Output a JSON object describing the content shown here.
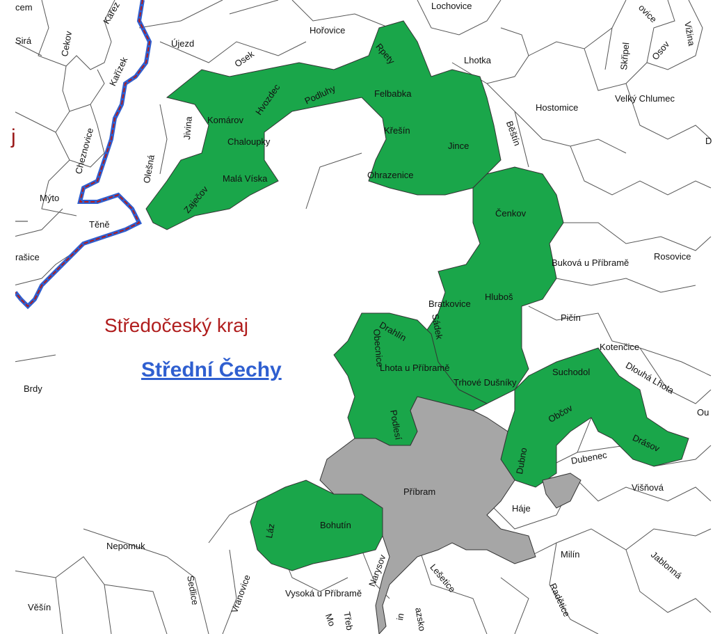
{
  "map": {
    "region_label": "Středočeský kraj",
    "area_label": "Střední Čechy",
    "colors": {
      "member": "#1aa64a",
      "city": "#a6a6a6",
      "border_red": "#b01d1d",
      "border_blue": "#2f5fd0",
      "outline": "#444444"
    },
    "members": [
      "Rpety",
      "Felbabka",
      "Jince",
      "Křešín",
      "Ohrazenice",
      "Čenkov",
      "Hluboš",
      "Bratkovice",
      "Sádek",
      "Drahlín",
      "Obecnice",
      "Lhota u Příbramě",
      "Trhové Dušníky",
      "Podlesí",
      "Suchodol",
      "Drásov",
      "Dubno",
      "Láz",
      "Bohutín",
      "Hvozdec",
      "Podluhy",
      "Komárov",
      "Chaloupky",
      "Malá Víska",
      "Zaječov"
    ],
    "labels": {
      "cem": "cem",
      "karez": "Kařez",
      "lochovice": "Lochovice",
      "ovice": "ovice",
      "vizina": "Vižina",
      "sira": "Sirá",
      "cekov": "Cekov",
      "ujezd": "Újezd",
      "horovice": "Hořovice",
      "osek": "Osek",
      "rpety": "Rpety",
      "lhotka": "Lhotka",
      "skripel": "Skřipel",
      "osov": "Osov",
      "karizek": "Kařízek",
      "hvozdec": "Hvozdec",
      "podluhy": "Podluhy",
      "felbabka": "Felbabka",
      "hostomice": "Hostomice",
      "velky_chlumec": "Velký Chlumec",
      "komarov": "Komárov",
      "jivina": "Jivina",
      "chaloupky": "Chaloupky",
      "kresin": "Křešín",
      "jince": "Jince",
      "bestin": "Běštín",
      "cheznovice": "Cheznovice",
      "olesna": "Olešná",
      "mala_viska": "Malá Víska",
      "ohrazenice": "Ohrazenice",
      "zajecov": "Zaječov",
      "myto": "Mýto",
      "tene": "Těně",
      "cenkov": "Čenkov",
      "rasice": "rašice",
      "bukova": "Buková u Příbramě",
      "rosovice": "Rosovice",
      "bratkovice": "Bratkovice",
      "hlubos": "Hluboš",
      "picin": "Pičín",
      "drahlin": "Drahlín",
      "sadek": "Sádek",
      "kotencice": "Kotenčice",
      "obecnice": "Obecnice",
      "lhota": "Lhota u Příbramě",
      "suchodol": "Suchodol",
      "dlouha_lhota": "Dlouhá Lhota",
      "brdy": "Brdy",
      "trhove_dusniky": "Trhové Dušníky",
      "obcov": "Občov",
      "ou": "Ou",
      "podlesi": "Podlesí",
      "drasov": "Drásov",
      "dubno": "Dubno",
      "dubenec": "Dubenec",
      "pribram": "Příbram",
      "visnova": "Višňová",
      "haje": "Háje",
      "laz": "Láz",
      "bohutin": "Bohutín",
      "nepomuk": "Nepomuk",
      "milin": "Milín",
      "narysov": "Narysov",
      "jablonna": "Jablonná",
      "sedlice": "Sedlice",
      "vranovice": "Vranovice",
      "lesetice": "Lešetice",
      "radetice": "Radětice",
      "vysoka": "Vysoká u Příbramě",
      "vesin": "Věšín",
      "trebsko": "Třeb",
      "mo": "Mo",
      "in": "in",
      "azsko": "azsko",
      "edge_d": "D",
      "edge_j": "j"
    }
  }
}
